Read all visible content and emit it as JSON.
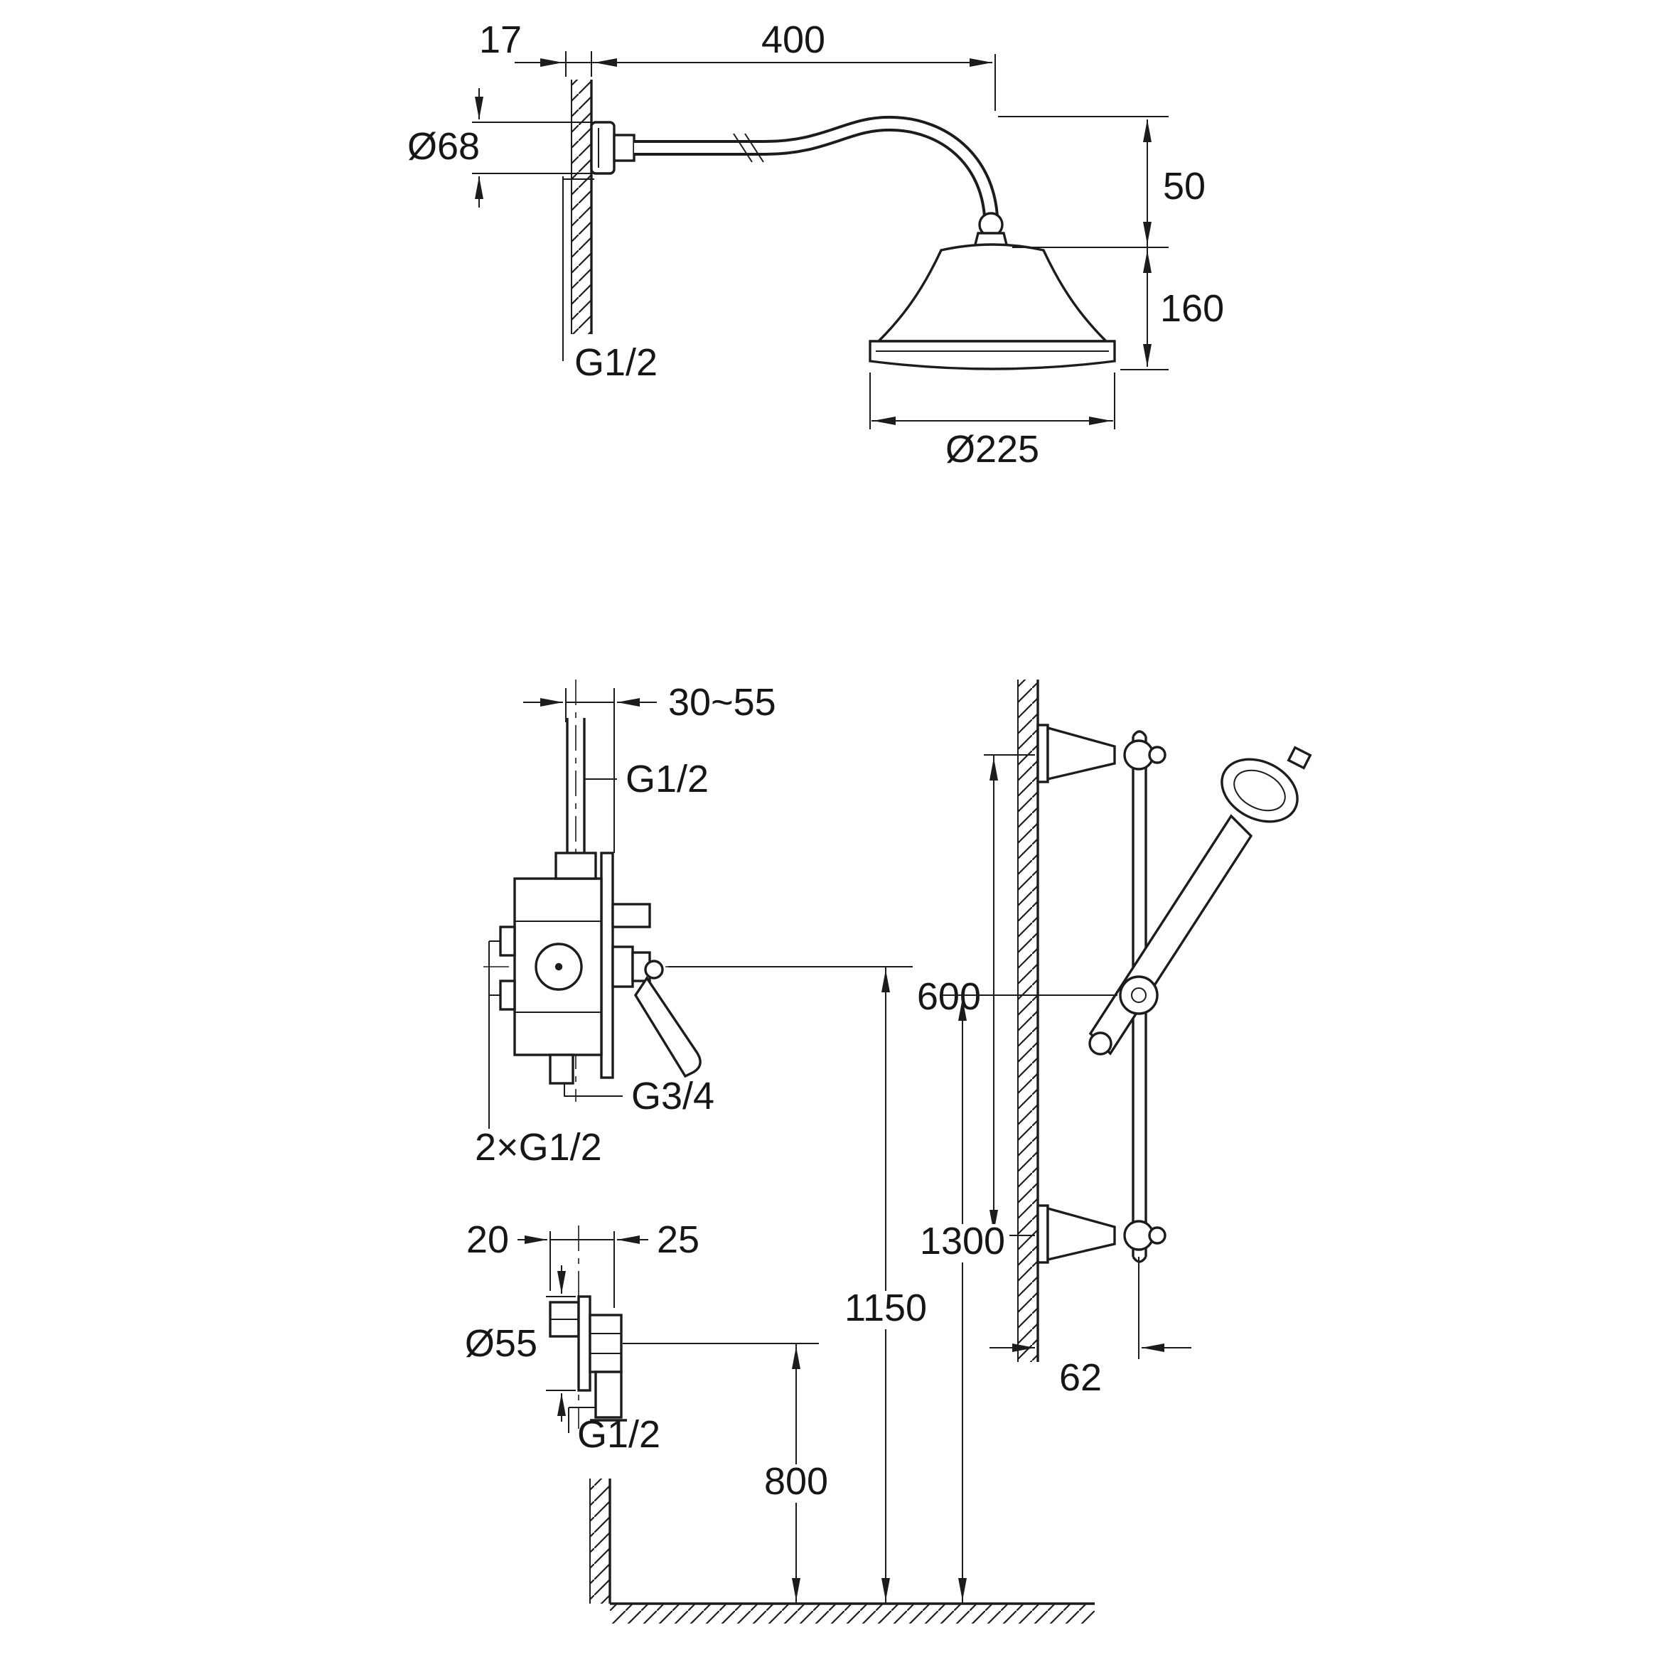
{
  "page": {
    "background": "#ffffff"
  },
  "drawing": {
    "stroke_color": "#1c1c1c",
    "labels": {
      "arm_offset": "17",
      "arm_length": "400",
      "flange_diameter": "Ø68",
      "arm_thread": "G1/2",
      "head_drop": "50",
      "head_height": "160",
      "head_diameter": "Ø225",
      "valve_depth_range": "30~55",
      "valve_inlet_thread": "G1/2",
      "valve_outlet_thread": "G3/4",
      "valve_side_threads": "2×G1/2",
      "rail_length": "600",
      "rail_offset": "62",
      "outlet_recess": "20",
      "outlet_projection": "25",
      "outlet_flange_diameter": "Ø55",
      "outlet_thread": "G1/2",
      "outlet_height": "800",
      "valve_height": "1150",
      "rail_height": "1300"
    }
  }
}
